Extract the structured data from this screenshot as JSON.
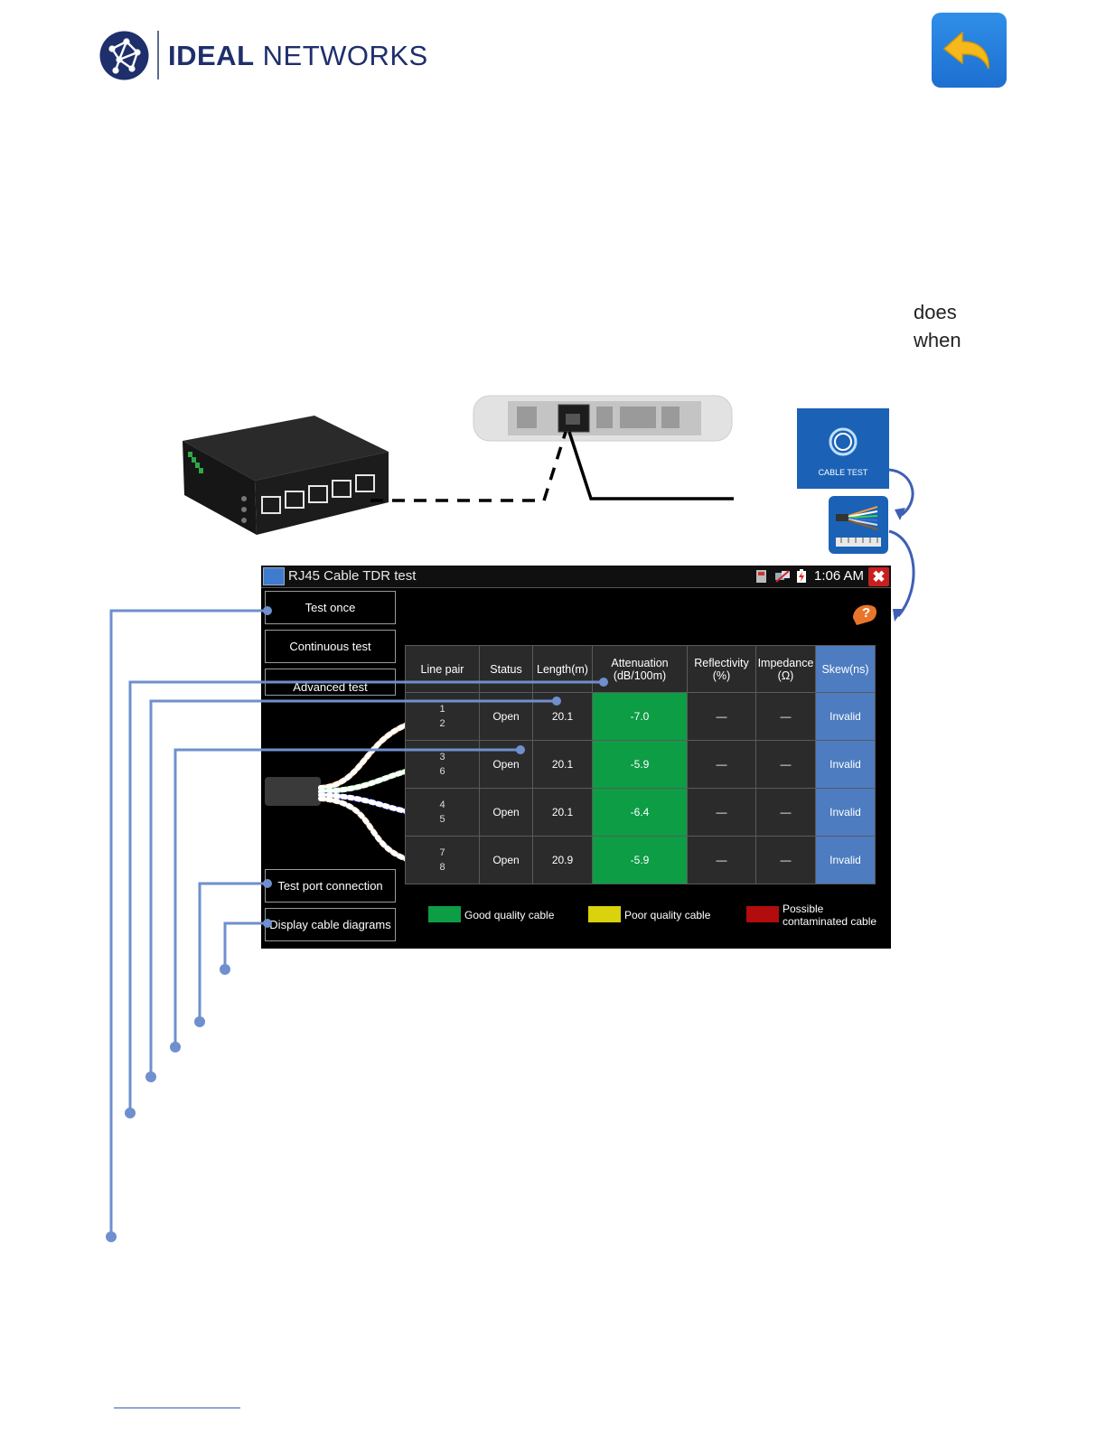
{
  "header": {
    "brand_bold": "IDEAL",
    "brand_light": "NETWORKS"
  },
  "body_fragments": [
    "does",
    "when"
  ],
  "icons": {
    "logo": "network-globe-icon",
    "back": "back-arrow-icon",
    "cable_test_label": "CABLE TEST"
  },
  "screen": {
    "title": "RJ45 Cable TDR test",
    "clock": "1:06 AM",
    "close_glyph": "✖",
    "buttons": {
      "test_once": "Test once",
      "continuous": "Continuous test",
      "advanced": "Advanced test",
      "port_connection": "Test port connection",
      "diagrams": "Display cable diagrams"
    },
    "table": {
      "headers": {
        "line_pair": "Line pair",
        "status": "Status",
        "length": "Length(m)",
        "attenuation_1": "Attenuation",
        "attenuation_2": "(dB/100m)",
        "reflectivity_1": "Reflectivity",
        "reflectivity_2": "(%)",
        "impedance_1": "Impedance",
        "impedance_2": "(Ω)",
        "skew": "Skew(ns)"
      },
      "rows": [
        {
          "pin_a": "1",
          "pin_b": "2",
          "status": "Open",
          "length": "20.1",
          "attenuation": "-7.0",
          "reflectivity": "—",
          "impedance": "—",
          "skew": "Invalid"
        },
        {
          "pin_a": "3",
          "pin_b": "6",
          "status": "Open",
          "length": "20.1",
          "attenuation": "-5.9",
          "reflectivity": "—",
          "impedance": "—",
          "skew": "Invalid"
        },
        {
          "pin_a": "4",
          "pin_b": "5",
          "status": "Open",
          "length": "20.1",
          "attenuation": "-6.4",
          "reflectivity": "—",
          "impedance": "—",
          "skew": "Invalid"
        },
        {
          "pin_a": "7",
          "pin_b": "8",
          "status": "Open",
          "length": "20.9",
          "attenuation": "-5.9",
          "reflectivity": "—",
          "impedance": "—",
          "skew": "Invalid"
        }
      ]
    },
    "legend": {
      "good": "Good quality cable",
      "poor": "Poor quality cable",
      "contaminated_1": "Possible",
      "contaminated_2": "contaminated cable",
      "colors": {
        "good": "#0d9d45",
        "poor": "#d9d20c",
        "contaminated": "#b20c0c"
      }
    }
  },
  "colors": {
    "brand": "#1e2f6b",
    "callout": "#6f8fce",
    "accent_blue": "#1b62b6"
  }
}
